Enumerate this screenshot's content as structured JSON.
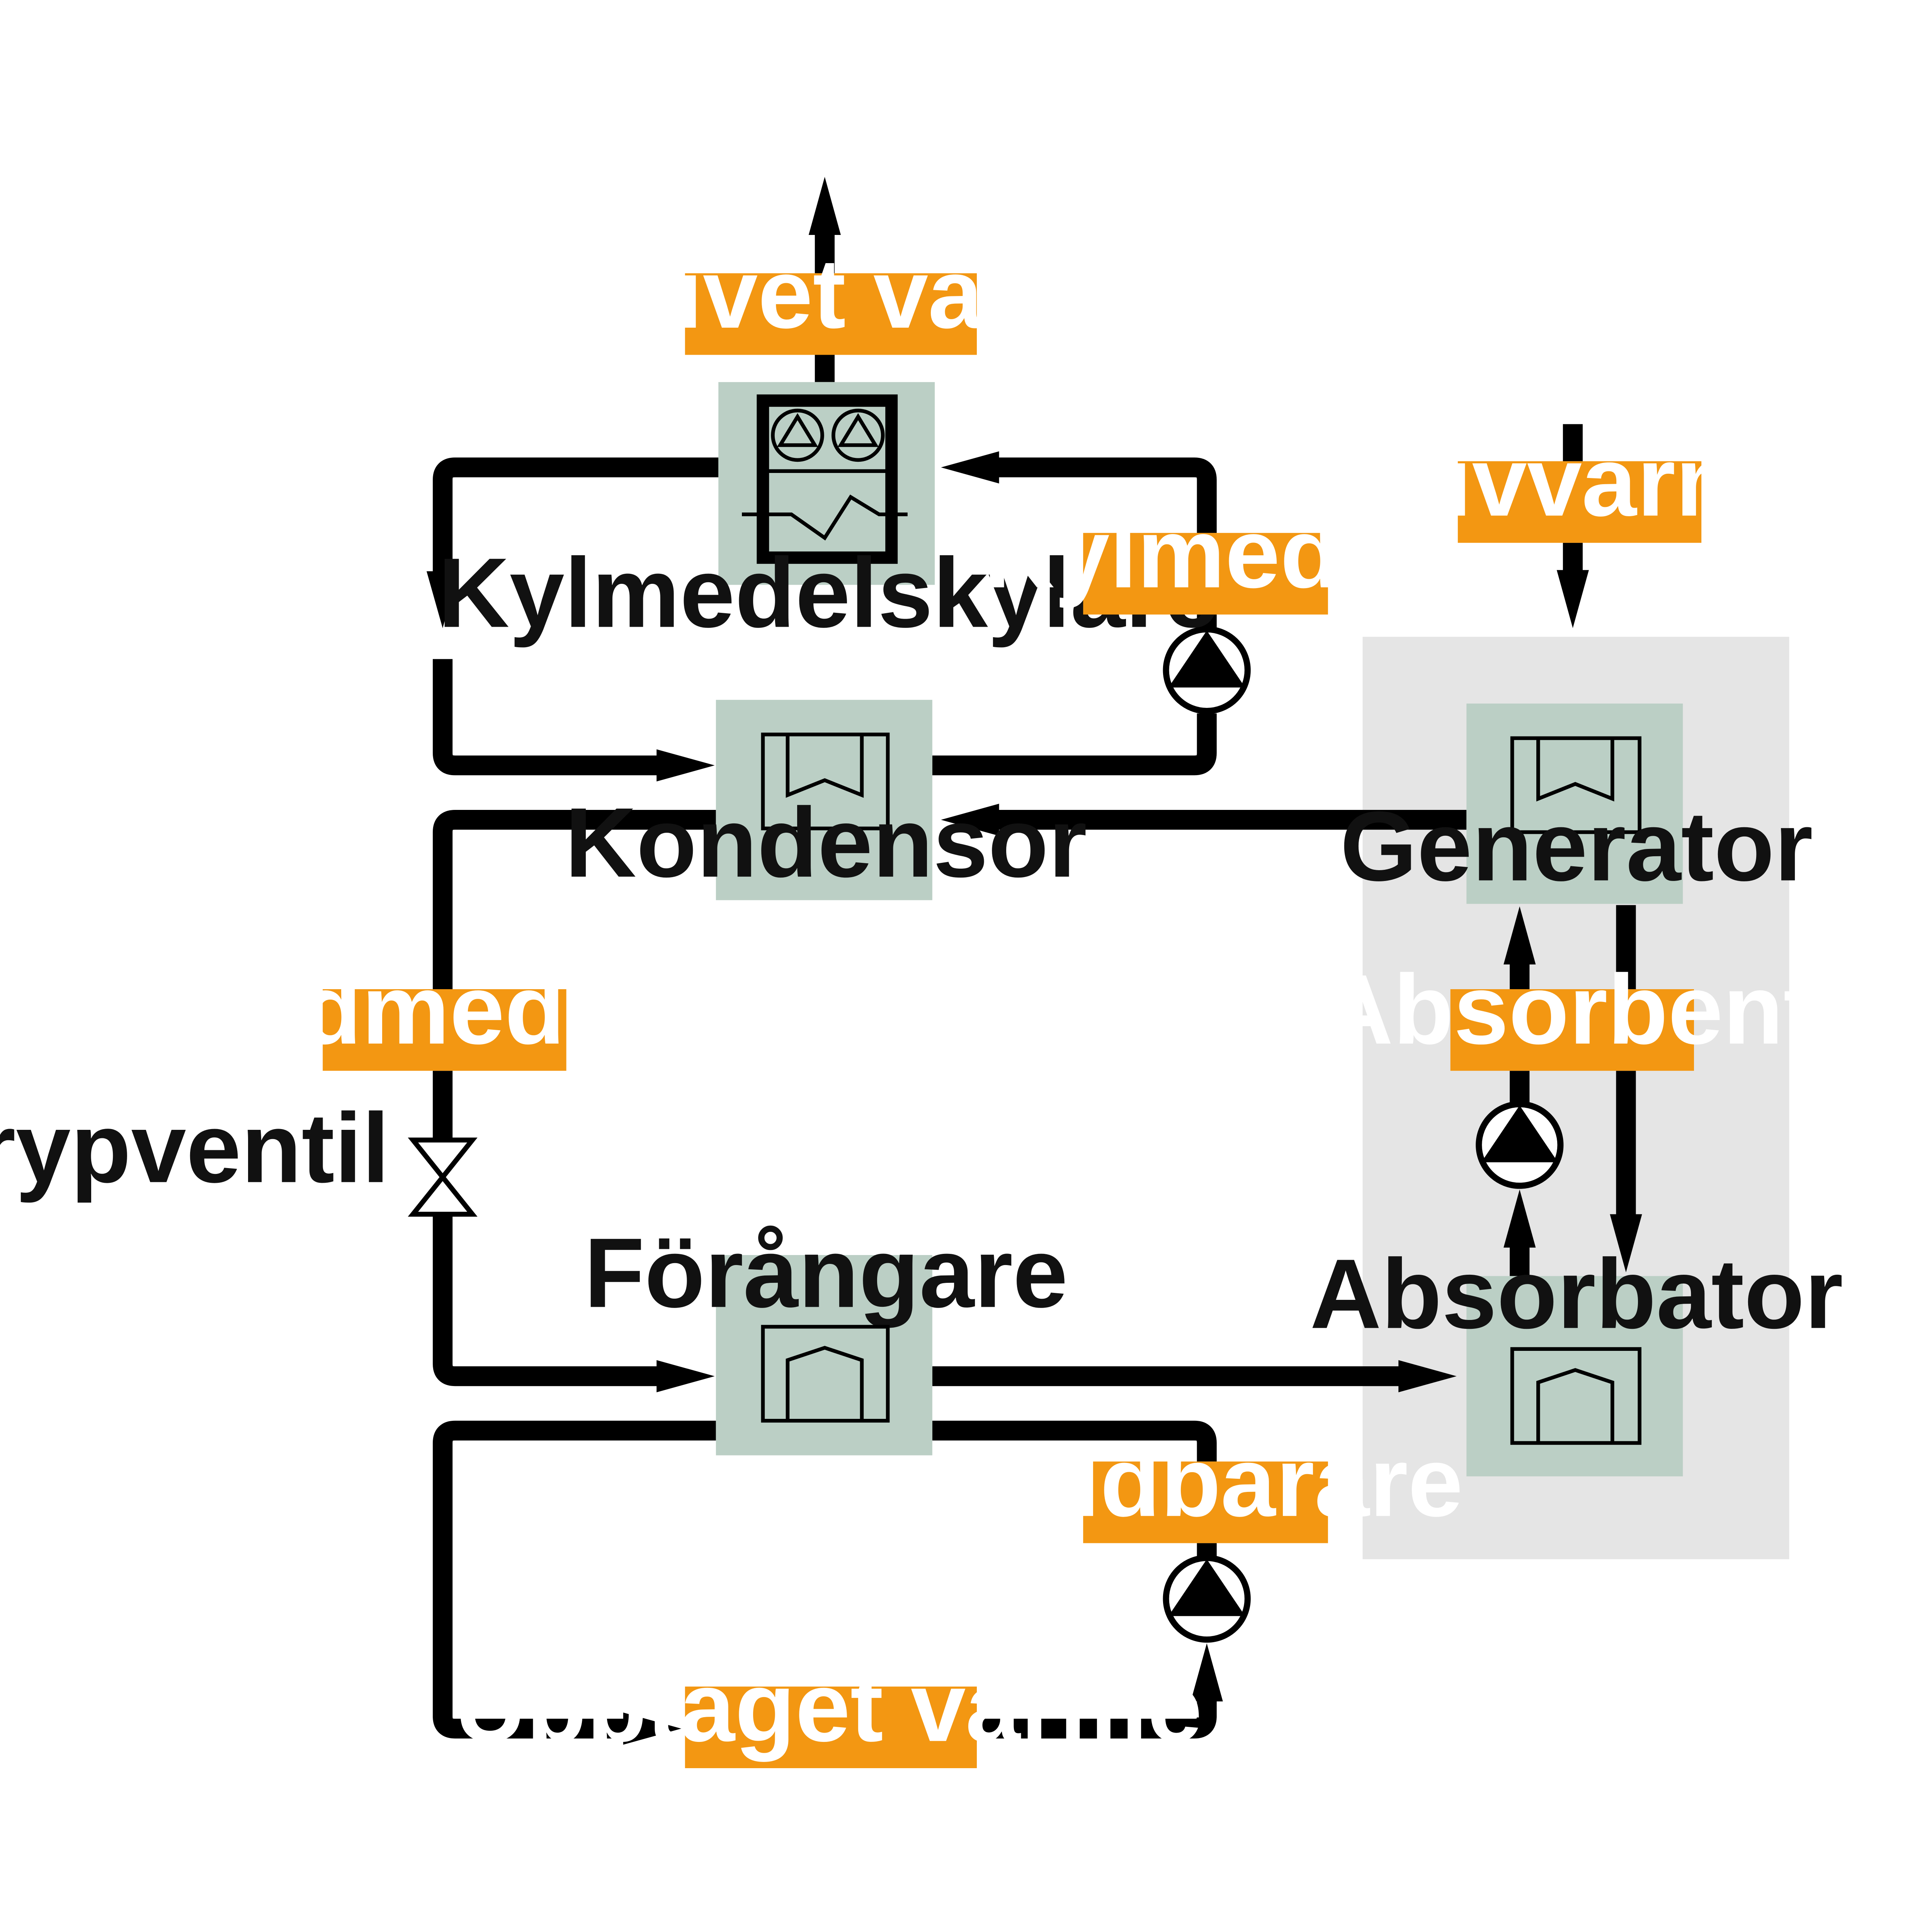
{
  "colors": {
    "label_bg": "#F39712",
    "label_text": "#FFFFFF",
    "component_bg": "#BBCFC5",
    "machine_region_bg": "#E5E5E5",
    "line": "#000000",
    "text": "#111111"
  },
  "labels": {
    "avgivet_varme": "Avgivet värme",
    "kylmedel": "Kylmedel",
    "drivvarme": "Drivvärme",
    "koldmedium": "Köldmedium",
    "absorbent": "Absorbent",
    "koldbarare": "Köldbärare",
    "upptaget_varme": "Upptaget värme"
  },
  "components": {
    "kylmedelskylare": "Kylmedelskylare",
    "kondensor": "Kondensor",
    "generator": "Generator",
    "forangare": "Förångare",
    "absorbator": "Absorbator",
    "strypventil": "Strypventil"
  },
  "icons": {
    "pump": "pump-icon",
    "throttle_valve": "valve-icon",
    "fan": "fan-icon",
    "heat_exchanger": "heat-exchanger-icon",
    "arrow": "arrow-icon"
  }
}
